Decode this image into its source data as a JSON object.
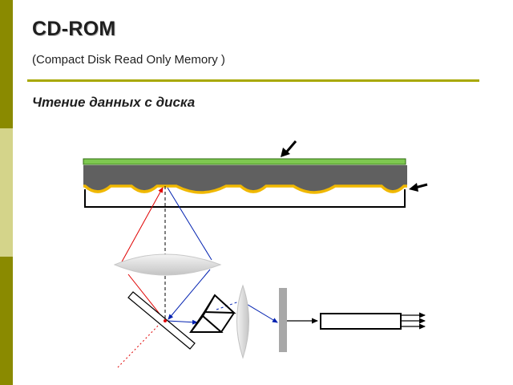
{
  "slide": {
    "title": "CD-ROM",
    "subtitle": "(Compact Disk Read Only Memory )",
    "heading": "Чтение данных с диска"
  },
  "colors": {
    "sidebar_dark": "#8a8a00",
    "sidebar_light": "#d4d48a",
    "divider": "#a8a800",
    "label_layer": "#7ec850",
    "disc_body": "#606060",
    "reflective_layer": "#f0b800",
    "laser_beam": "#e00000",
    "reflected_beam": "#0020b0",
    "lens": "#d8d8d8",
    "detector": "#a8a8a8"
  },
  "icons": [
    "pointer-arrow-icon",
    "pointer-arrow-icon"
  ]
}
